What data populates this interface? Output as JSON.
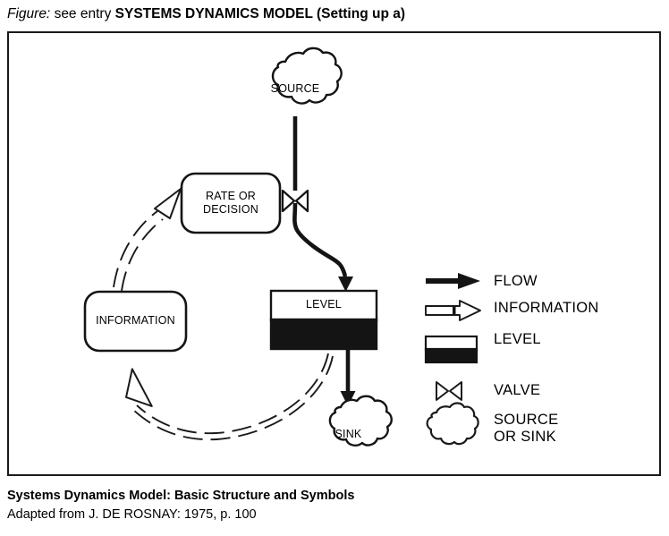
{
  "header": {
    "figure_label": "Figure:",
    "see_entry": "see entry",
    "entry_title": "SYSTEMS DYNAMICS MODEL (Setting up a)"
  },
  "diagram": {
    "nodes": [
      {
        "id": "source",
        "label": "SOURCE",
        "shape": "cloud"
      },
      {
        "id": "rate_or_decision",
        "label": "RATE OR\nDECISION",
        "shape": "rounded-rect"
      },
      {
        "id": "information",
        "label": "INFORMATION",
        "shape": "rounded-rect"
      },
      {
        "id": "level",
        "label": "LEVEL",
        "shape": "level-box"
      },
      {
        "id": "sink",
        "label": "SINK",
        "shape": "cloud"
      }
    ],
    "valve": {
      "id": "valve",
      "shape": "bowtie"
    },
    "edges": [
      {
        "from": "source",
        "to": "valve",
        "type": "flow"
      },
      {
        "from": "valve",
        "to": "level",
        "type": "flow"
      },
      {
        "from": "level",
        "to": "sink",
        "type": "flow"
      },
      {
        "from": "level",
        "to": "information",
        "type": "information"
      },
      {
        "from": "information",
        "to": "rate_or_decision",
        "type": "information"
      }
    ]
  },
  "legend": {
    "items": [
      {
        "icon": "flow-arrow-icon",
        "label": "FLOW"
      },
      {
        "icon": "information-arrow-icon",
        "label": "INFORMATION"
      },
      {
        "icon": "level-box-icon",
        "label": "LEVEL"
      },
      {
        "icon": "valve-icon",
        "label": "VALVE"
      },
      {
        "icon": "cloud-icon",
        "label": "SOURCE\nOR SINK"
      }
    ]
  },
  "caption": {
    "title": "Systems Dynamics Model: Basic Structure and Symbols",
    "source": "Adapted from J. DE ROSNAY: 1975, p. 100"
  },
  "colors": {
    "ink": "#1a1a1a",
    "fill": "#ffffff",
    "level_fill": "#141414"
  }
}
